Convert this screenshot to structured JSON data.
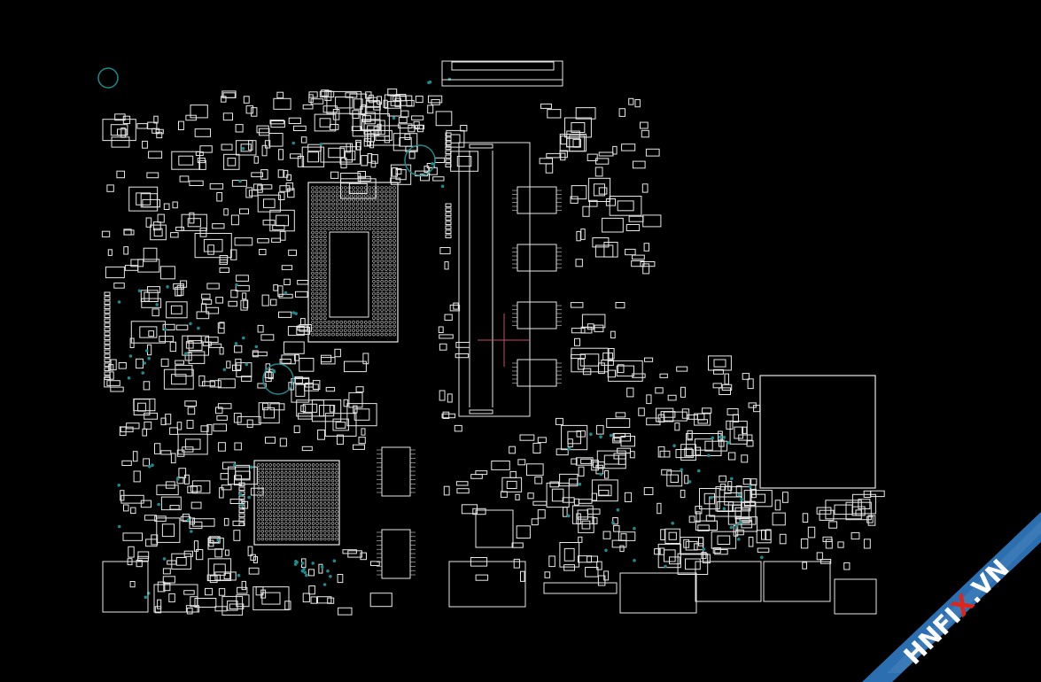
{
  "colors": {
    "background": "#000000",
    "outline": "#e8e8e8",
    "via": "#1f8a8a",
    "crosshair": "#c0506a",
    "watermark_blue": "#2b6fb0",
    "watermark_red": "#e2231a",
    "watermark_text": "#ffffff"
  },
  "watermark": {
    "prefix": "HNFI",
    "accent": "X",
    "suffix": ".VN"
  },
  "icons": [
    "mounting-hole-icon",
    "crosshair-icon",
    "via-dot-icon"
  ]
}
